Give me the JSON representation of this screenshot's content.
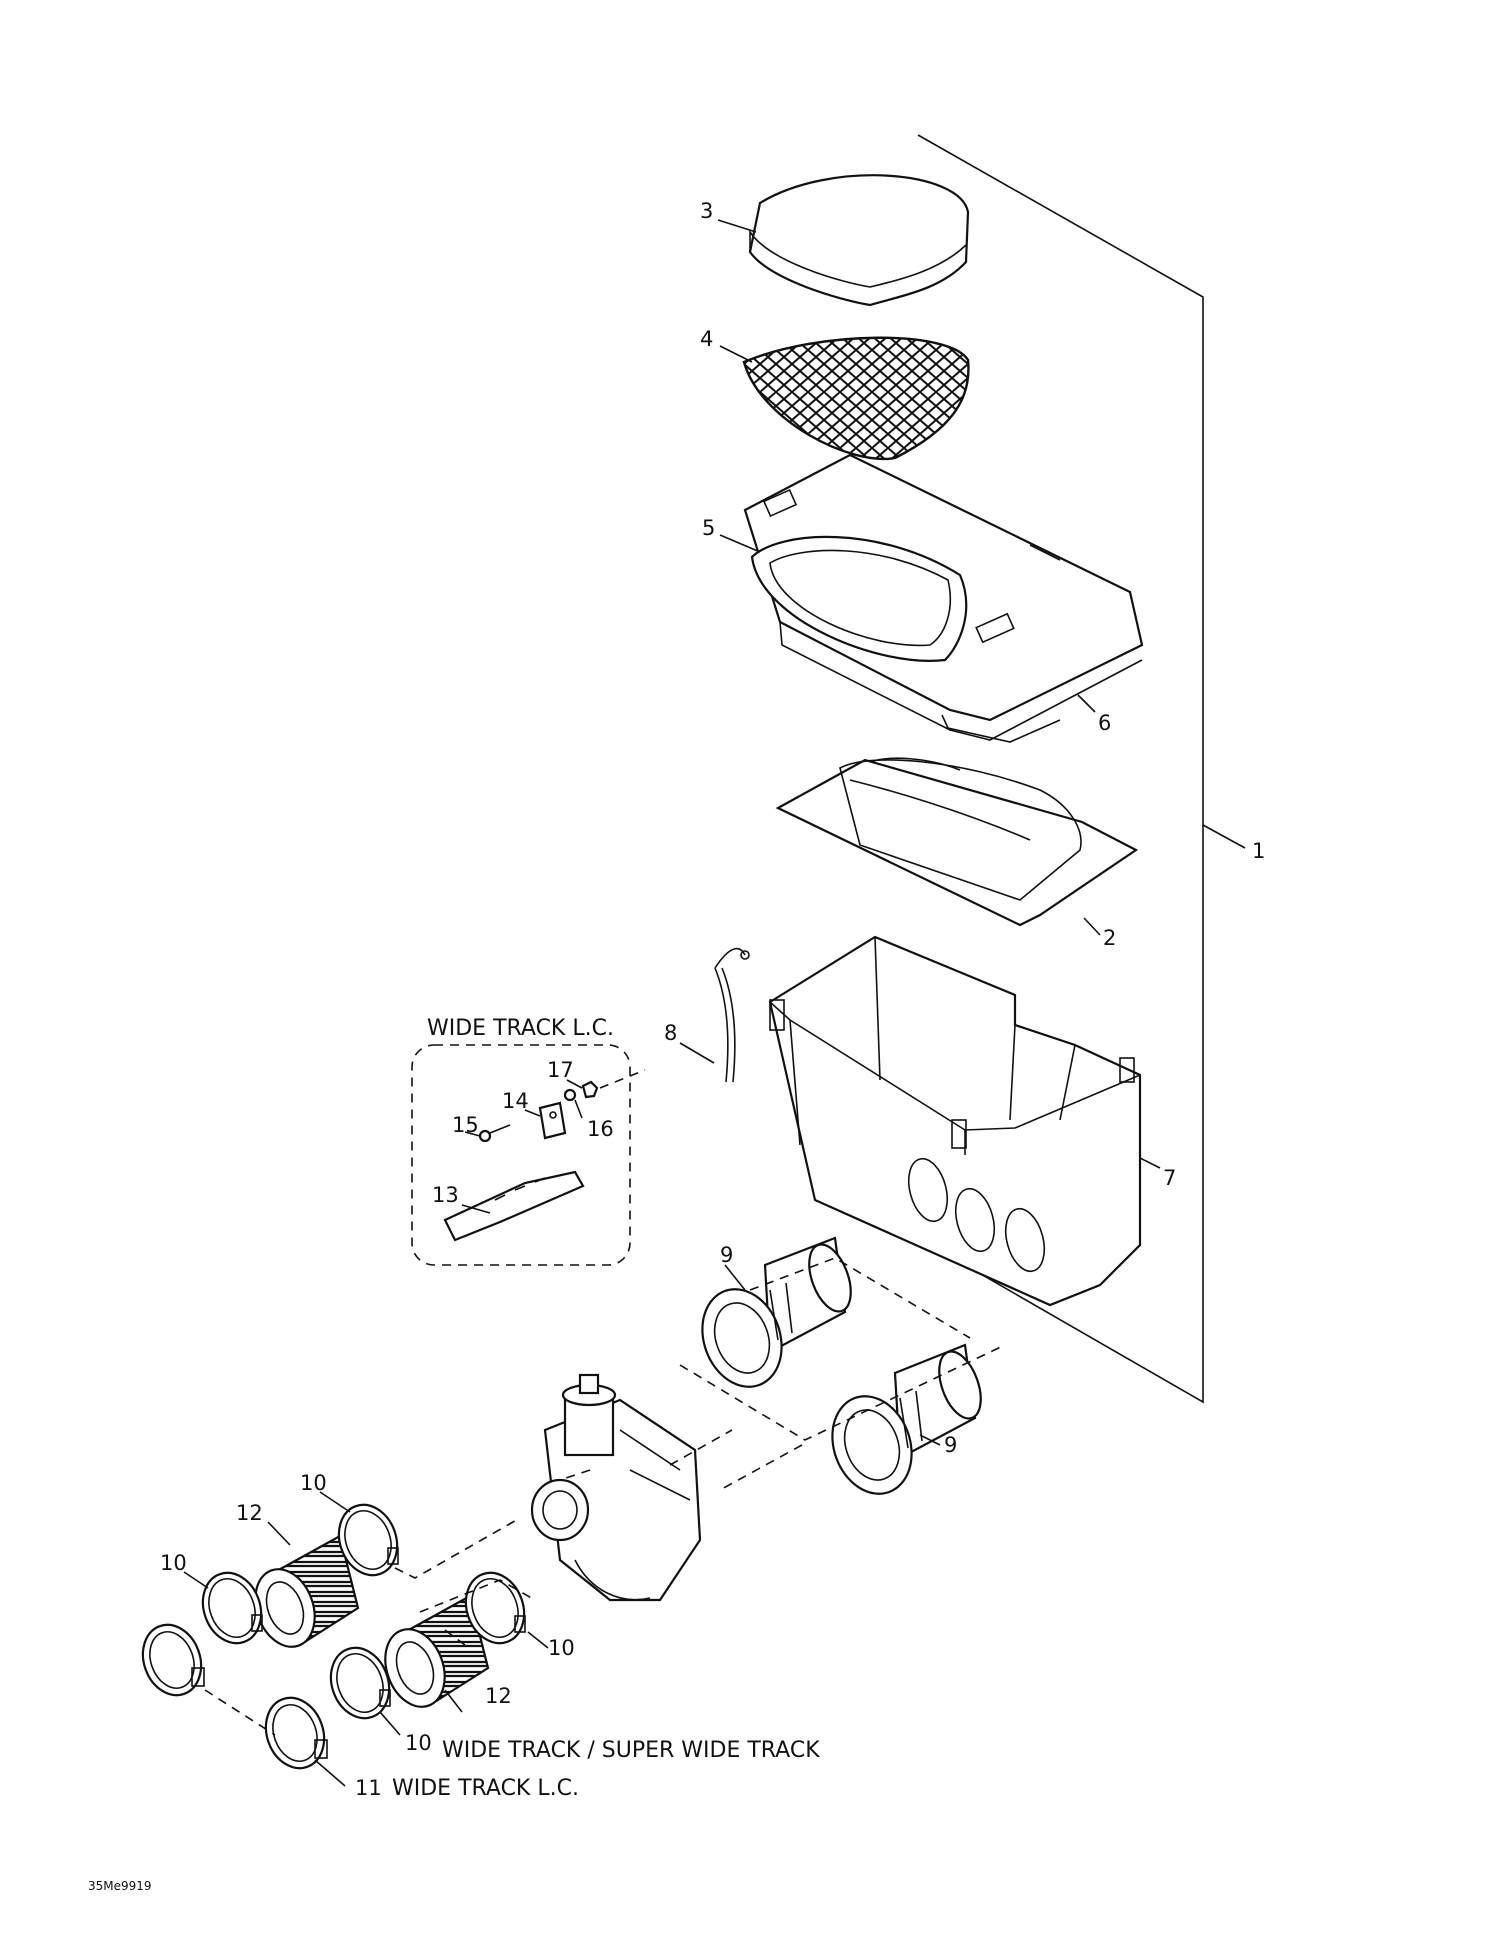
{
  "labels": {
    "p1": "1",
    "p2": "2",
    "p3": "3",
    "p4": "4",
    "p5": "5",
    "p6": "6",
    "p7": "7",
    "p8": "8",
    "p9a": "9",
    "p9b": "9",
    "p10a": "10",
    "p10b": "10",
    "p10c": "10",
    "p10d": "10",
    "p11": "11",
    "p12a": "12",
    "p12b": "12",
    "p13": "13",
    "p14": "14",
    "p15": "15",
    "p16": "16",
    "p17": "17"
  },
  "captions": {
    "inset_title": "WIDE TRACK L.C.",
    "note_10": "WIDE TRACK / SUPER WIDE TRACK",
    "note_11": "WIDE TRACK L.C."
  },
  "figure_code": "35Me9919"
}
